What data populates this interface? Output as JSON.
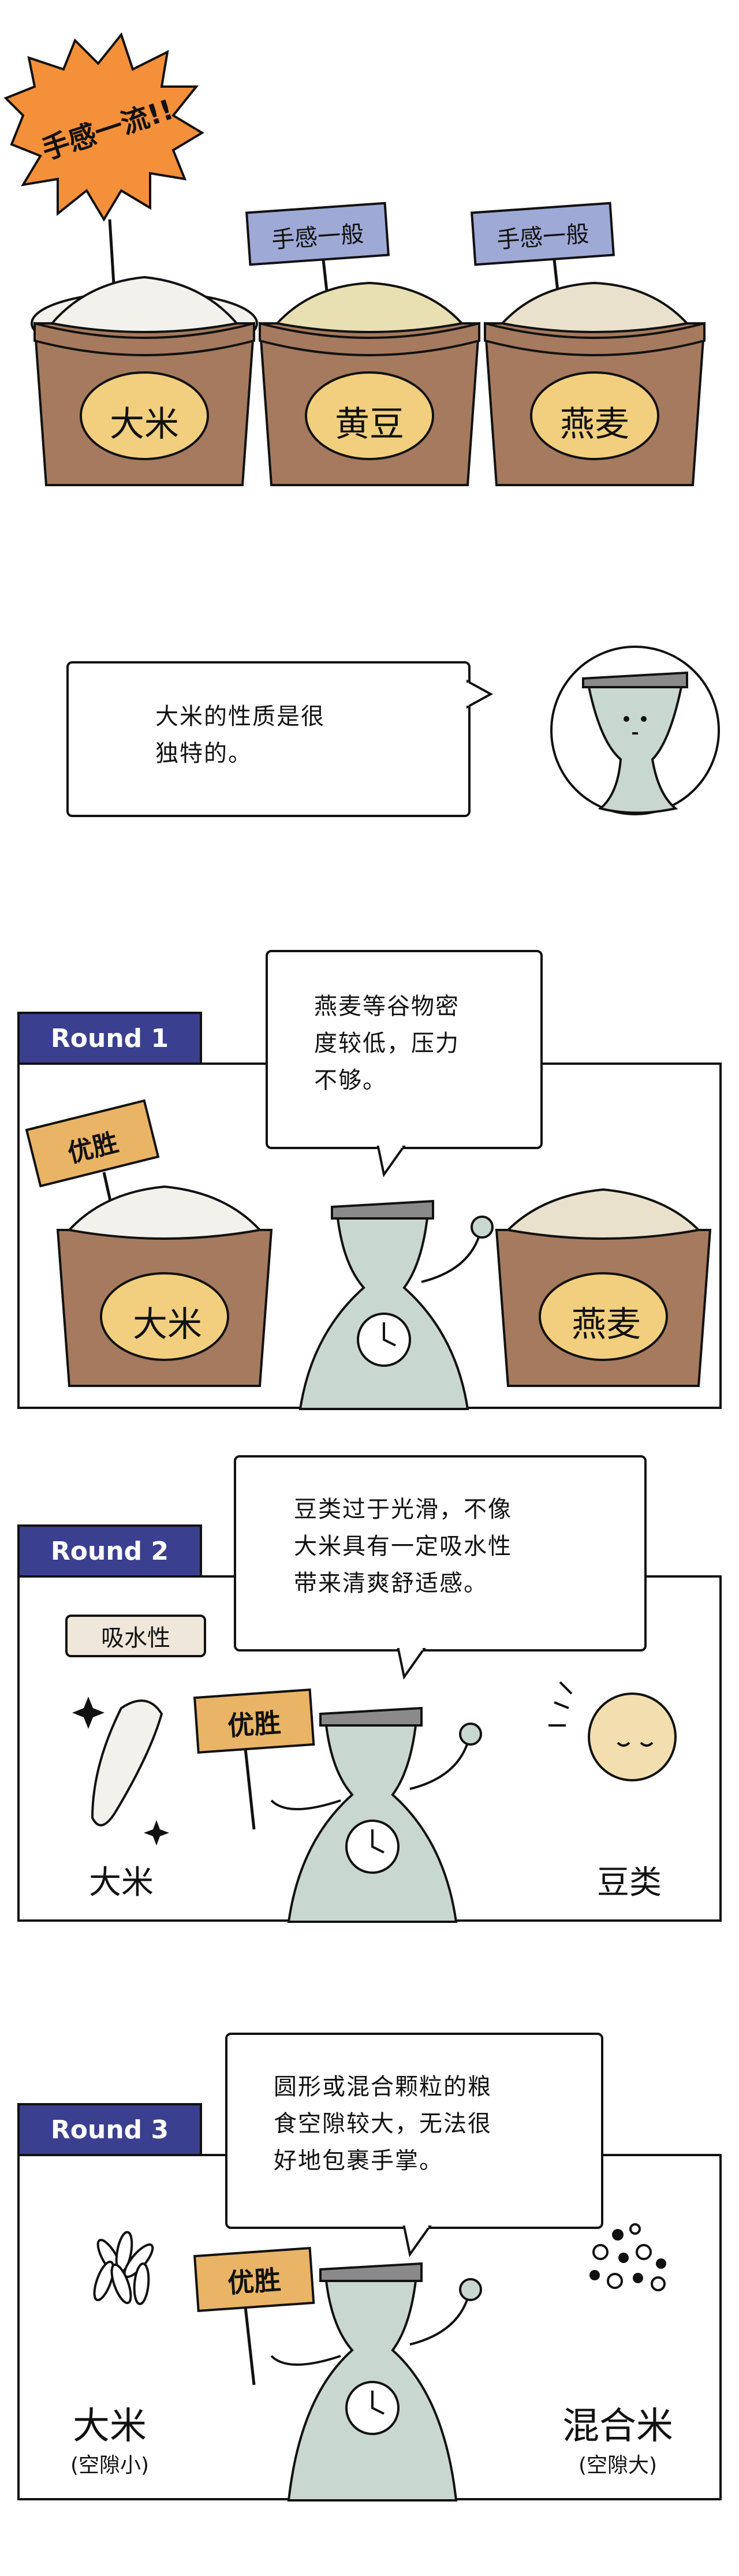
{
  "top": {
    "burst_label": "手感一流!!",
    "sign_soy": "手感一般",
    "sign_oat": "手感一般",
    "bowl_rice": "大米",
    "bowl_soy": "黄豆",
    "bowl_oat": "燕麦"
  },
  "intro": {
    "bubble_text": "大米的性质是很\n独特的。"
  },
  "round1": {
    "tab": "Round 1",
    "bubble_text": "燕麦等谷物密\n度较低，压力\n不够。",
    "winner_sign": "优胜",
    "bowl_rice": "大米",
    "bowl_oat": "燕麦"
  },
  "round2": {
    "tab": "Round 2",
    "bubble_text": "豆类过于光滑，不像\n大米具有一定吸水性\n带来清爽舒适感。",
    "scroll_label": "吸水性",
    "winner_sign": "优胜",
    "label_rice": "大米",
    "label_bean": "豆类"
  },
  "round3": {
    "tab": "Round 3",
    "bubble_text": "圆形或混合颗粒的粮\n食空隙较大，无法很\n好地包裹手掌。",
    "winner_sign": "优胜",
    "label_rice": "大米",
    "label_rice_sub": "(空隙小)",
    "label_mix": "混合米",
    "label_mix_sub": "(空隙大)"
  },
  "colors": {
    "bowl": "#a57a5e",
    "label_oval": "#f2cf7f",
    "sign": "#e9b466",
    "burst": "#f4903a",
    "blue_sign": "#9fa9d6",
    "tab": "#3a3f8f",
    "character": "#c8d7d0"
  }
}
